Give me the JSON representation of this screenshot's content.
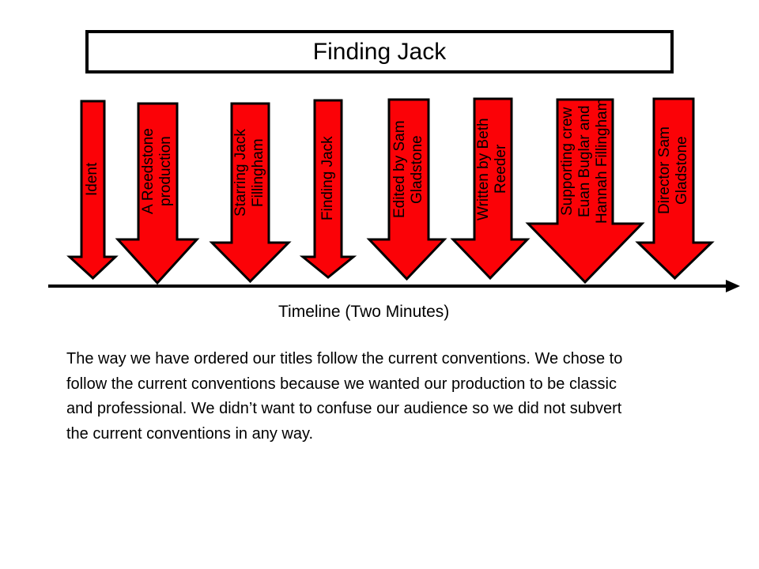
{
  "slide": {
    "title": "Finding Jack",
    "timeline_label": "Timeline (Two Minutes)",
    "paragraph_lines": [
      "The way we have ordered our titles follow the current conventions. We chose to",
      "follow the current conventions because we wanted our production to be classic",
      "and professional. We didn’t want to confuse our audience so we did not subvert",
      "the current conventions in any way."
    ]
  },
  "colors": {
    "arrow_fill": "#fb0207",
    "outline": "#000000",
    "background": "#ffffff"
  },
  "arrows": [
    {
      "lines": [
        "Ident"
      ]
    },
    {
      "lines": [
        "A Reedstone",
        "production"
      ]
    },
    {
      "lines": [
        "Starring Jack",
        "Fillingham"
      ]
    },
    {
      "lines": [
        "Finding Jack"
      ]
    },
    {
      "lines": [
        "Edited by Sam",
        "Gladstone"
      ]
    },
    {
      "lines": [
        "Written by Beth",
        "Reeder"
      ]
    },
    {
      "lines": [
        "Supporting crew",
        "Euan Buglar and",
        "Hannah Fillingham"
      ]
    },
    {
      "lines": [
        "Director Sam",
        "Gladstone"
      ]
    }
  ]
}
